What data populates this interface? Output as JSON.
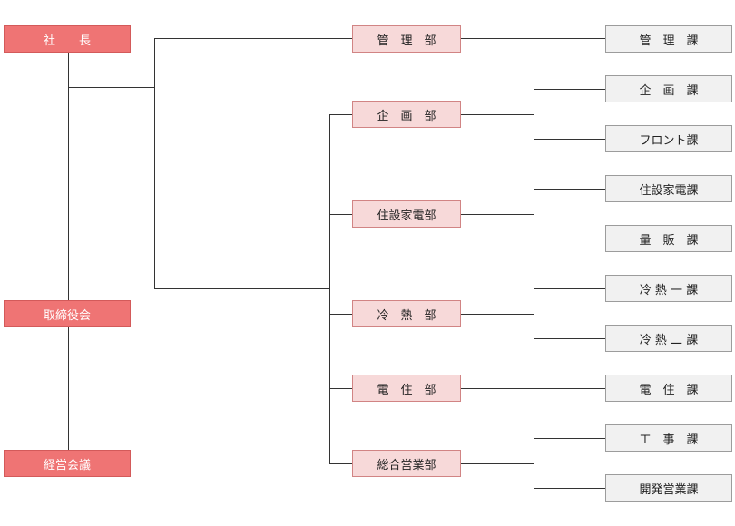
{
  "executives": {
    "president": "社　　長",
    "board": "取締役会",
    "management_meeting": "経営会議"
  },
  "departments": [
    {
      "id": "kanri",
      "label": "管　理　部",
      "sections": [
        "管　理　課"
      ]
    },
    {
      "id": "kikaku",
      "label": "企　画　部",
      "sections": [
        "企　画　課",
        "フロント課"
      ]
    },
    {
      "id": "jusetsu",
      "label": "住設家電部",
      "sections": [
        "住設家電課",
        "量　販　課"
      ]
    },
    {
      "id": "reinetsu",
      "label": "冷　熱　部",
      "sections": [
        "冷 熱 一 課",
        "冷 熱 二 課"
      ]
    },
    {
      "id": "denju",
      "label": "電　住　部",
      "sections": [
        "電　住　課"
      ]
    },
    {
      "id": "sogo",
      "label": "総合営業部",
      "sections": [
        "工　事　課",
        "開発営業課"
      ]
    }
  ],
  "colors": {
    "executive_fill": "#ef7474",
    "department_fill": "#f7d9d9",
    "section_fill": "#f1f1f1",
    "line": "#333333"
  }
}
